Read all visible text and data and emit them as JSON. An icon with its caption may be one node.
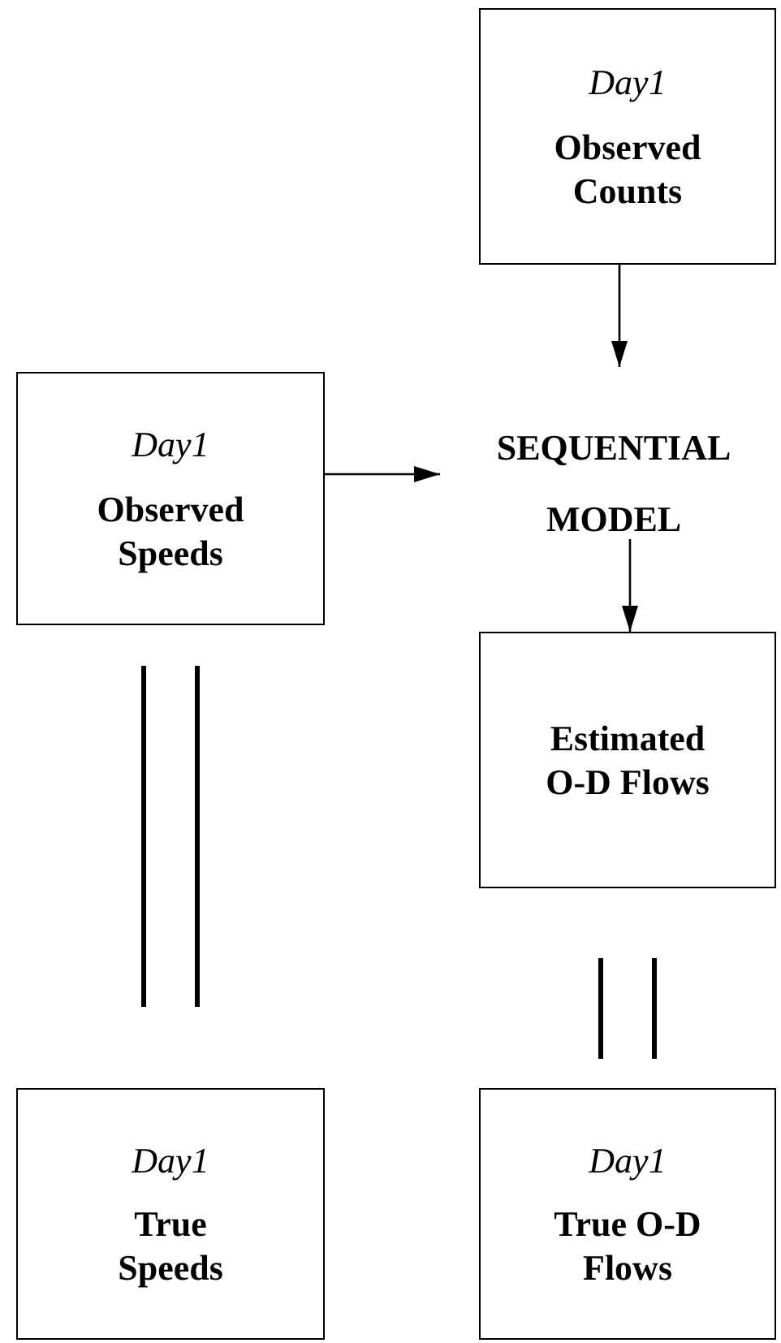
{
  "diagram": {
    "nodes": [
      {
        "text": [
          "Day1",
          "Observed Counts"
        ]
      },
      {
        "text": [
          "Day1",
          "Observed Speeds"
        ]
      },
      {
        "text": [
          "SEQUENTIAL MODEL"
        ]
      },
      {
        "text": [
          "Estimated O-D Flows"
        ]
      },
      {
        "text": [
          "Day1",
          "True Speeds"
        ]
      },
      {
        "text": [
          "Day1",
          "True O-D Flows"
        ]
      }
    ],
    "edges": [
      {
        "from": 0,
        "to": 2,
        "arrow": "to"
      },
      {
        "from": 1,
        "to": 2,
        "arrow": "to"
      },
      {
        "from": 2,
        "to": 3,
        "arrow": "to"
      },
      {
        "from": 1,
        "to": 4,
        "arrow": "none",
        "style": "thick"
      },
      {
        "from": 3,
        "to": 5,
        "arrow": "none",
        "style": "thick"
      }
    ]
  }
}
